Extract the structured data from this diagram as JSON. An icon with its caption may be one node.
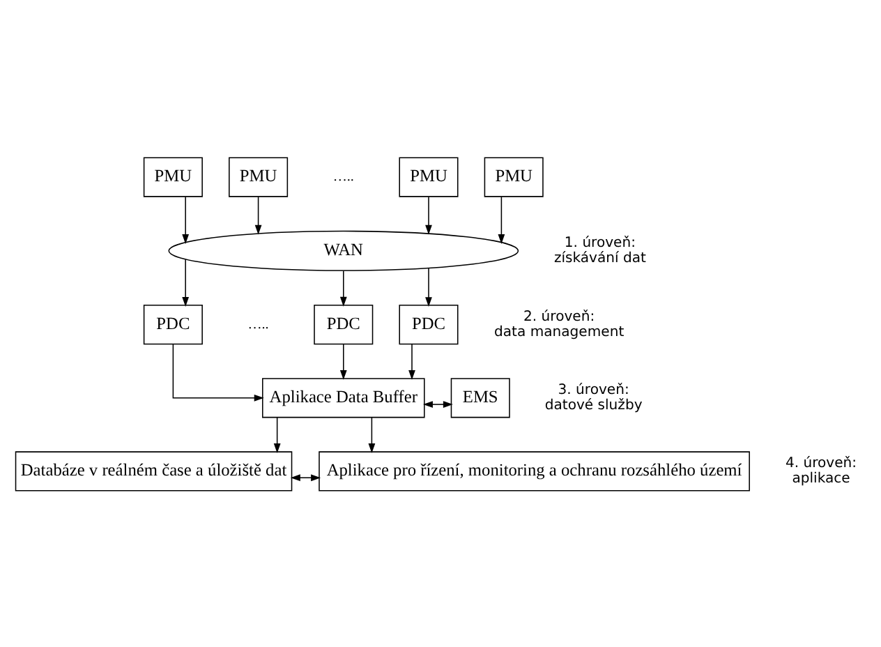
{
  "diagram": {
    "nodes": [
      {
        "text": [
          "PMU"
        ]
      },
      {
        "text": [
          "PMU"
        ]
      },
      {
        "text": [
          "PMU"
        ]
      },
      {
        "text": [
          "PMU"
        ]
      },
      {
        "text": [
          "WAN"
        ]
      },
      {
        "text": [
          "PDC"
        ]
      },
      {
        "text": [
          "PDC"
        ]
      },
      {
        "text": [
          "PDC"
        ]
      },
      {
        "text": [
          "Aplikace Data Buffer"
        ]
      },
      {
        "text": [
          "EMS"
        ]
      },
      {
        "text": [
          "Databáze v reálném čase a úložiště dat"
        ]
      },
      {
        "text": [
          "Aplikace pro řízení, monitoring a ochranu rozsáhlého území"
        ]
      }
    ],
    "edges": [
      {
        "from": 0,
        "to": 4,
        "arrow": "to"
      },
      {
        "from": 1,
        "to": 4,
        "arrow": "to"
      },
      {
        "from": 2,
        "to": 4,
        "arrow": "to"
      },
      {
        "from": 3,
        "to": 4,
        "arrow": "to"
      },
      {
        "from": 4,
        "to": 5,
        "arrow": "to"
      },
      {
        "from": 4,
        "to": 6,
        "arrow": "to"
      },
      {
        "from": 4,
        "to": 7,
        "arrow": "to"
      },
      {
        "from": 5,
        "to": 8,
        "arrow": "to"
      },
      {
        "from": 6,
        "to": 8,
        "arrow": "to"
      },
      {
        "from": 7,
        "to": 8,
        "arrow": "to"
      },
      {
        "from": 8,
        "to": 9,
        "arrow": "both"
      },
      {
        "from": 8,
        "to": 10,
        "arrow": "to"
      },
      {
        "from": 8,
        "to": 11,
        "arrow": "to"
      },
      {
        "from": 10,
        "to": 11,
        "arrow": "both"
      }
    ],
    "labels": [
      "…..",
      "1. úroveň: získávání dat",
      "…..",
      "2. úroveň: data management",
      "3. úroveň: datové služby",
      "4. úroveň: aplikace"
    ]
  }
}
